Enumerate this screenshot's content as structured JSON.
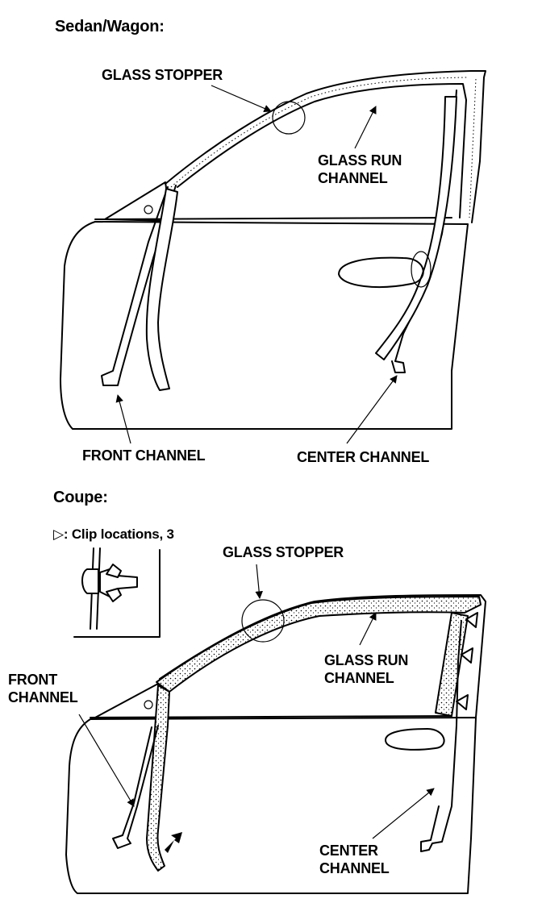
{
  "diagram": {
    "sedan": {
      "title": "Sedan/Wagon:",
      "glass_stopper": "GLASS STOPPER",
      "glass_run_channel": "GLASS RUN\nCHANNEL",
      "front_channel": "FRONT CHANNEL",
      "center_channel": "CENTER CHANNEL"
    },
    "coupe": {
      "title": "Coupe:",
      "clip_note": "▷: Clip locations, 3",
      "glass_stopper": "GLASS STOPPER",
      "glass_run_channel": "GLASS RUN\nCHANNEL",
      "front_channel": "FRONT\nCHANNEL",
      "center_channel": "CENTER\nCHANNEL"
    }
  }
}
